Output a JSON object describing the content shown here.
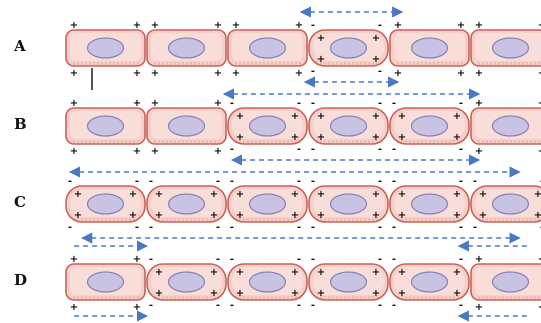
{
  "colors": {
    "cell_fill": "#f6cfc8",
    "cell_fill_light": "#fbe3de",
    "cell_border": "#c8625a",
    "nucleus_fill": "#c9c3e3",
    "nucleus_border": "#8a82b5",
    "arrow": "#4a78c2",
    "charge": "#111111"
  },
  "symbols": {
    "plus": "+",
    "minus": "-"
  },
  "rows": [
    {
      "label": "A",
      "cells": [
        "resting",
        "resting",
        "resting",
        "depolarized",
        "resting",
        "resting"
      ],
      "arrows": [
        {
          "side": "above",
          "from_cell": 2.9,
          "to_cell": 4.15
        },
        {
          "side": "below",
          "from_cell": 2.95,
          "to_cell": 4.1
        },
        {
          "side": "below2",
          "from_cell": 1.95,
          "to_cell": 5.1
        }
      ],
      "stimulus_marker": true
    },
    {
      "label": "B",
      "cells": [
        "resting",
        "resting",
        "depolarized",
        "depolarized",
        "depolarized",
        "resting"
      ],
      "arrows": [
        {
          "side": "below",
          "from_cell": 2.05,
          "to_cell": 5.1
        },
        {
          "side": "below2",
          "from_cell": 0.05,
          "to_cell": 5.6
        }
      ]
    },
    {
      "label": "C",
      "cells": [
        "depolarized",
        "depolarized",
        "depolarized",
        "depolarized",
        "depolarized",
        "depolarized"
      ],
      "arrows": [
        {
          "side": "below",
          "from_cell": 0.2,
          "to_cell": 5.6
        }
      ]
    },
    {
      "label": "D",
      "cells": [
        "resting",
        "depolarized",
        "depolarized",
        "depolarized",
        "depolarized",
        "resting"
      ],
      "arrows": [
        {
          "side": "above",
          "from_cell": 0.1,
          "to_cell": 1.0,
          "direction": "right"
        },
        {
          "side": "above",
          "from_cell": 4.85,
          "to_cell": 5.7,
          "direction": "left"
        },
        {
          "side": "below",
          "from_cell": 0.1,
          "to_cell": 1.0,
          "direction": "right"
        },
        {
          "side": "below",
          "from_cell": 4.85,
          "to_cell": 5.7,
          "direction": "left"
        }
      ]
    }
  ]
}
